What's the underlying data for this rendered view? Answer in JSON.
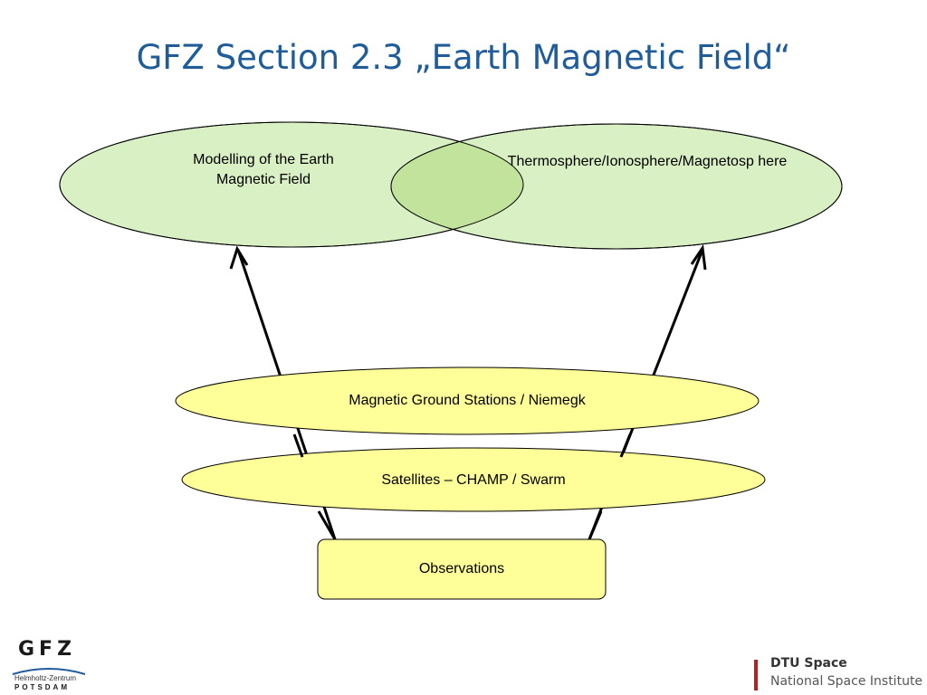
{
  "title": "GFZ Section 2.3 „Earth Magnetic Field“",
  "nodes": {
    "modelling": "Modelling of the Earth Magnetic Field",
    "thermosphere": "Thermosphere/Ionosphere/Magnetosp here",
    "ground_stations": "Magnetic Ground Stations / Niemegk",
    "satellites": "Satellites – CHAMP / Swarm",
    "observations": "Observations"
  },
  "logos": {
    "gfz_word": "GFZ",
    "gfz_sub": "Helmholtz-Zentrum",
    "gfz_sub2": "POTSDAM",
    "dtu_line1": "DTU Space",
    "dtu_line2": "National Space Institute"
  },
  "colors": {
    "title": "#1f5c99",
    "green_fill": "#d9efc4",
    "overlap_fill": "#c2e39c",
    "yellow_fill": "#ffff99",
    "dtu_red": "#b22222"
  }
}
